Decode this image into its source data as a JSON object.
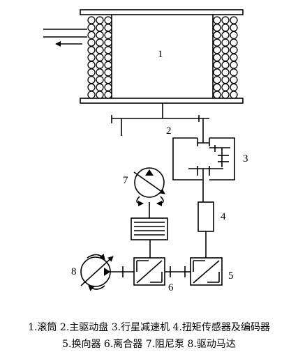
{
  "labels": {
    "drum": "1",
    "main_disc": "2",
    "planetary": "3",
    "torque_sensor": "4",
    "reverser": "5",
    "clutch": "6",
    "damper_pump": "7",
    "drive_motor": "8"
  },
  "caption": {
    "line1": "1.滚筒 2.主驱动盘 3.行星减速机 4.扭矩传感器及编码器",
    "line2": "5.换向器 6.离合器 7.阻尼泵 8.驱动马达"
  },
  "colors": {
    "stroke": "#000000",
    "background": "#ffffff"
  }
}
